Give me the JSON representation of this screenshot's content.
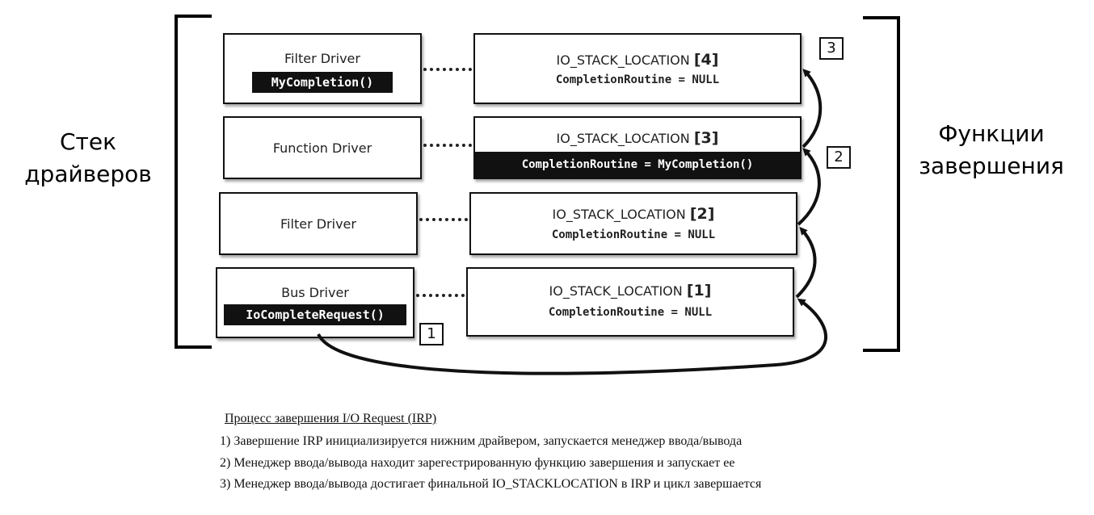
{
  "labels": {
    "driver_stack": [
      "Стек",
      "драйверов"
    ],
    "completion_functions": [
      "Функции",
      "завершения"
    ]
  },
  "drivers": [
    {
      "name": "Filter Driver",
      "code": "MyCompletion()"
    },
    {
      "name": "Function Driver",
      "code": null
    },
    {
      "name": "Filter Driver",
      "code": null
    },
    {
      "name": "Bus Driver",
      "code": "IoCompleteRequest()"
    }
  ],
  "stack_locations": [
    {
      "title": "IO_STACK_LOCATION",
      "index": "[4]",
      "routine": "CompletionRoutine  =  NULL",
      "highlighted": false
    },
    {
      "title": "IO_STACK_LOCATION",
      "index": "[3]",
      "routine": "CompletionRoutine = MyCompletion()",
      "highlighted": true
    },
    {
      "title": "IO_STACK_LOCATION",
      "index": "[2]",
      "routine": "CompletionRoutine  =  NULL",
      "highlighted": false
    },
    {
      "title": "IO_STACK_LOCATION",
      "index": "[1]",
      "routine": "CompletionRoutine  =  NULL",
      "highlighted": false
    }
  ],
  "steps": [
    "1",
    "2",
    "3"
  ],
  "caption": {
    "title": "Процесс завершения I/O Request (IRP)",
    "lines": [
      "1) Завершение IRP инициализируется нижним драйвером, запускается менеджер ввода/вывода",
      "2) Менеджер ввода/вывода находит зарегестрированную функцию завершения и запускает ее",
      "3) Менеджер ввода/вывода достигает финальной IO_STACKLOCATION в IRP и цикл завершается"
    ]
  }
}
